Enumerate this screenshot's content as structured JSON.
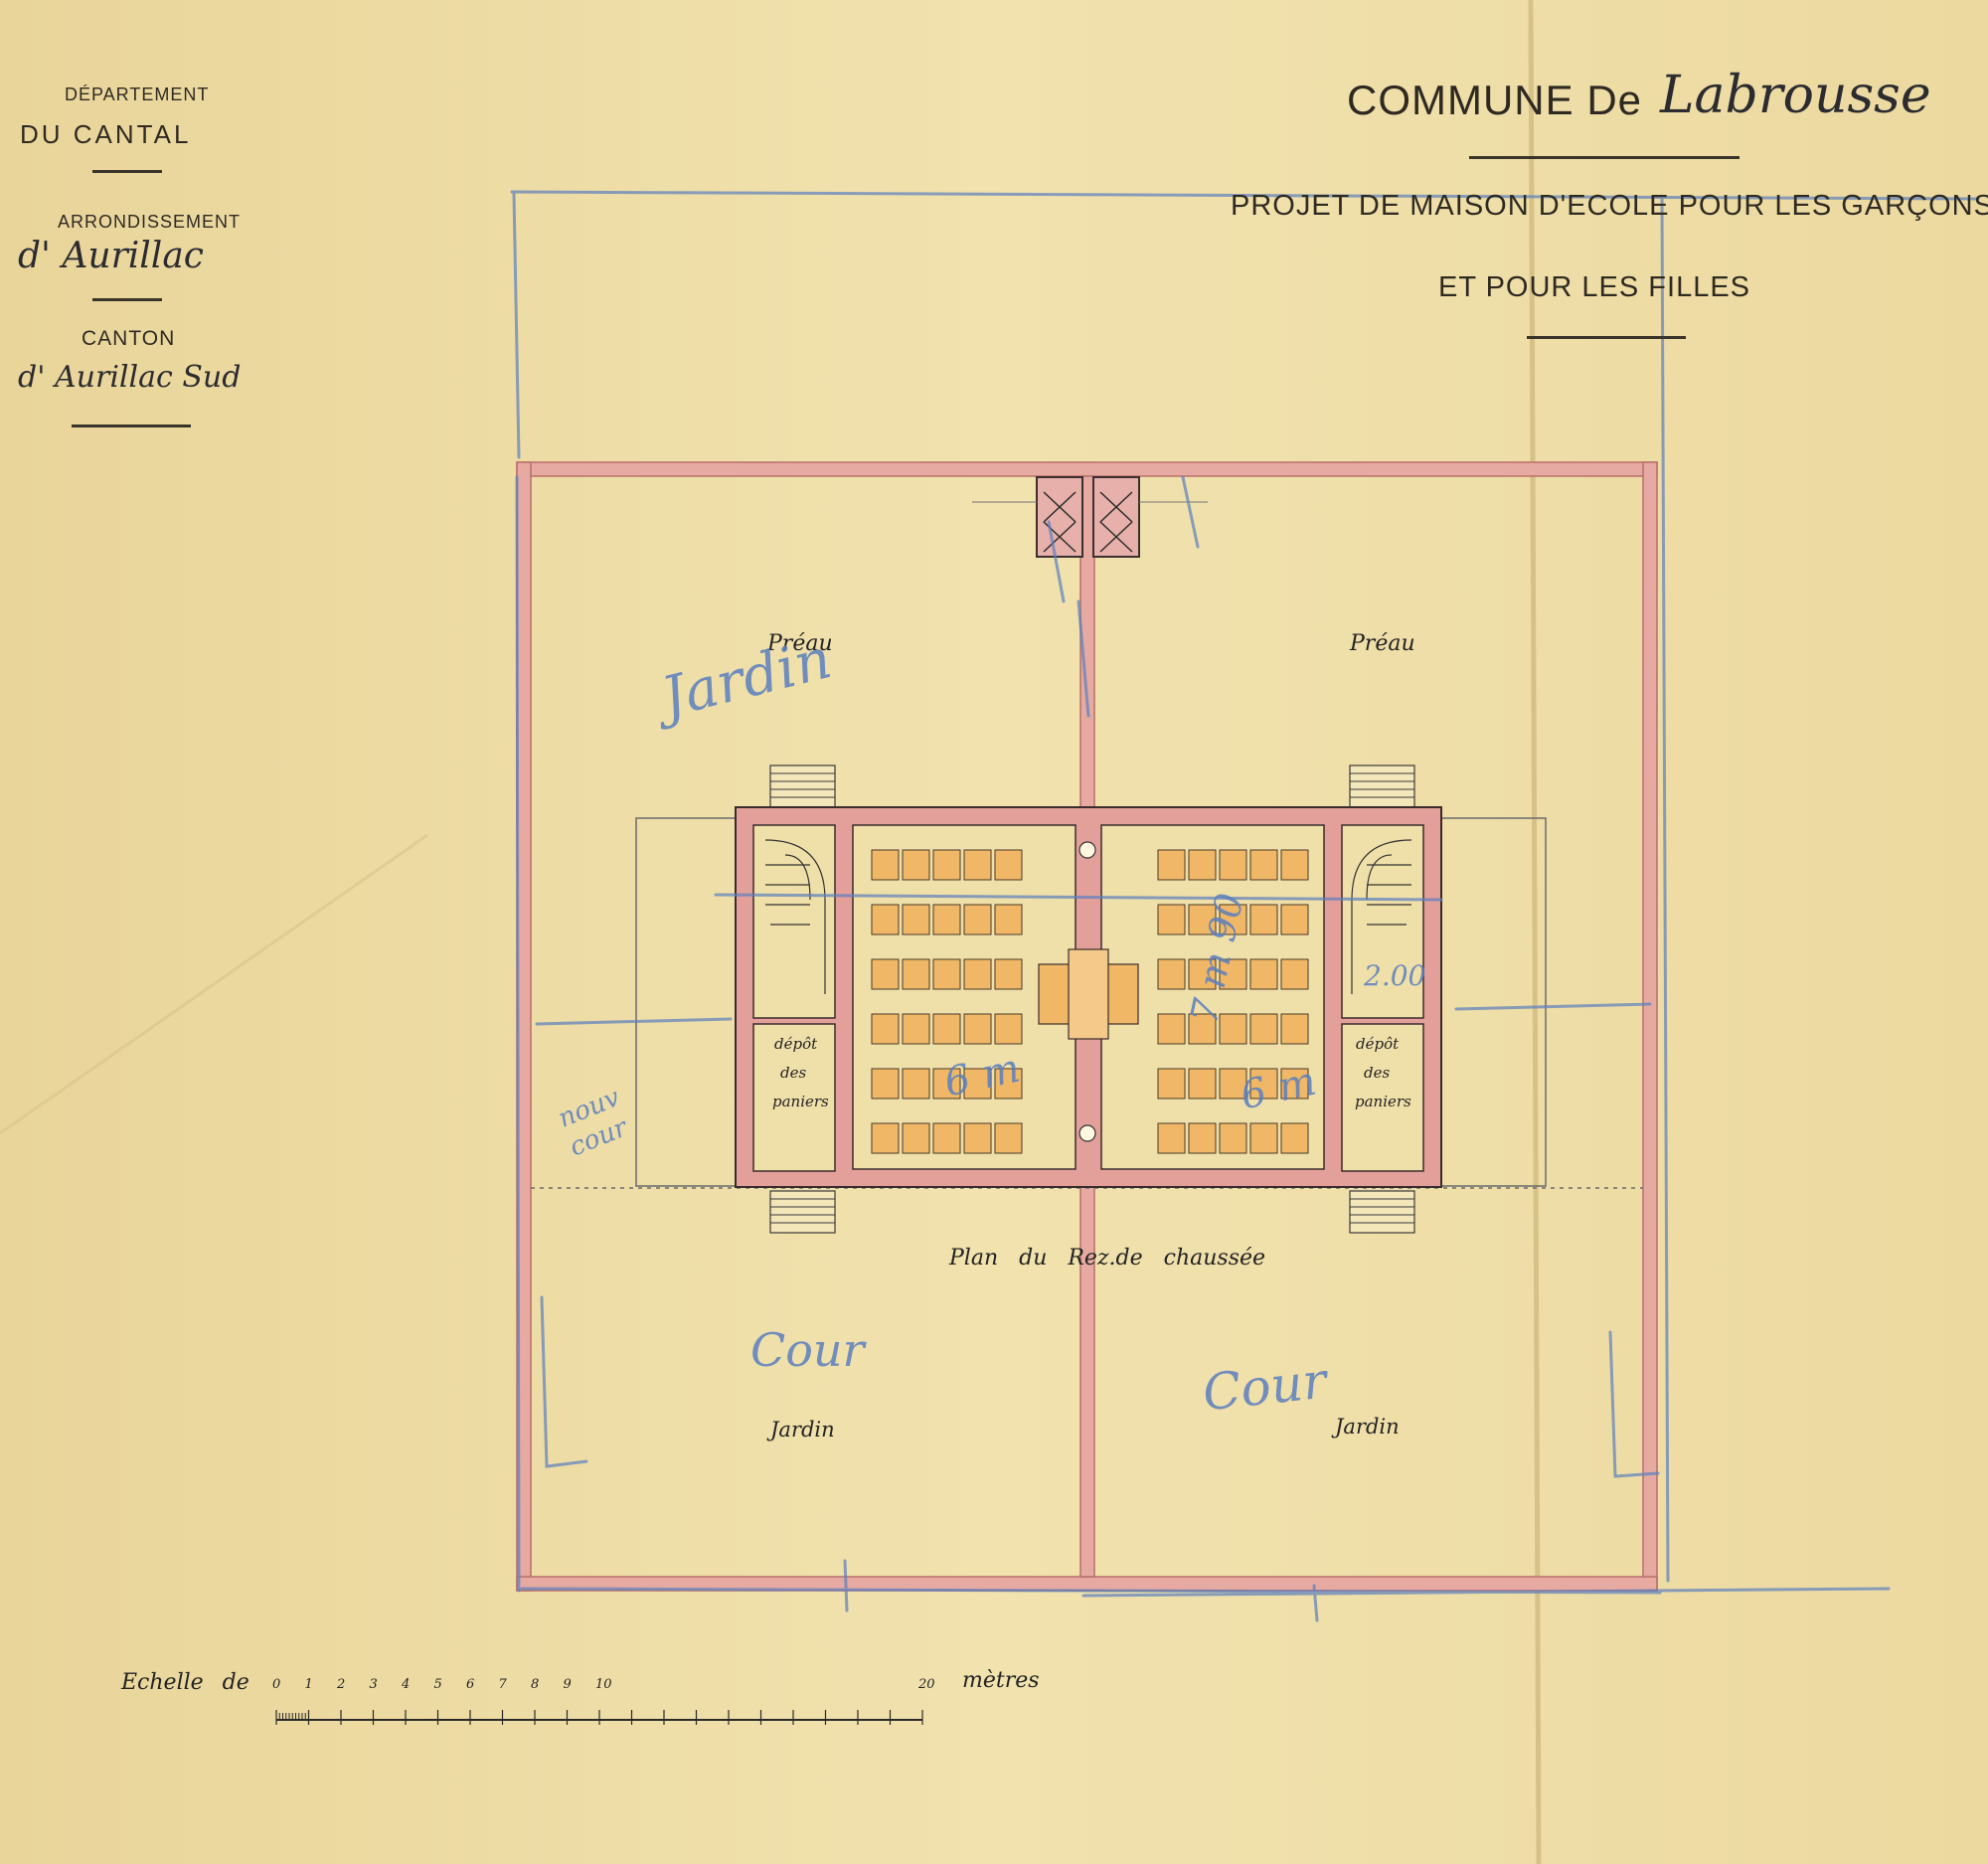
{
  "header_left": {
    "department_label": "DÉPARTEMENT",
    "department_name": "DU CANTAL",
    "arrondissement_label": "ARRONDISSEMENT",
    "arrondissement_name": "d' Aurillac",
    "canton_label": "CANTON",
    "canton_name": "d' Aurillac Sud"
  },
  "title": {
    "commune_prefix": "COMMUNE De",
    "commune_name": "Labrousse",
    "line1": "PROJET DE MAISON D'ECOLE POUR LES GARÇONS",
    "line2": "ET POUR LES FILLES"
  },
  "plan": {
    "preau_left": "Préau",
    "preau_right": "Préau",
    "depot_left": [
      "dépôt",
      "des",
      "paniers"
    ],
    "depot_right": [
      "dépôt",
      "des",
      "paniers"
    ],
    "caption": "Plan du Rez.de chaussée",
    "jardin_left": "Jardin",
    "jardin_right": "Jardin"
  },
  "scale": {
    "label": "Echelle de",
    "ticks": [
      "0",
      "1",
      "2",
      "3",
      "4",
      "5",
      "6",
      "7",
      "8",
      "9",
      "10",
      "20"
    ],
    "unit": "mètres"
  },
  "annotations": {
    "jardin_blue": "Jardin",
    "cour_left": "Cour",
    "cour_right": "Cour",
    "nouv_cour": "nouv cour",
    "m_left": "6 m",
    "m_right": "6 m",
    "m_mid": "7 m 90",
    "m_small": "2.00"
  },
  "colors": {
    "paper": "#efdfa9",
    "wall_pink": "#e3a09a",
    "desk_orange": "#f0b866",
    "ink": "#2a2418",
    "blue_pencil": "#5b7fbf"
  }
}
